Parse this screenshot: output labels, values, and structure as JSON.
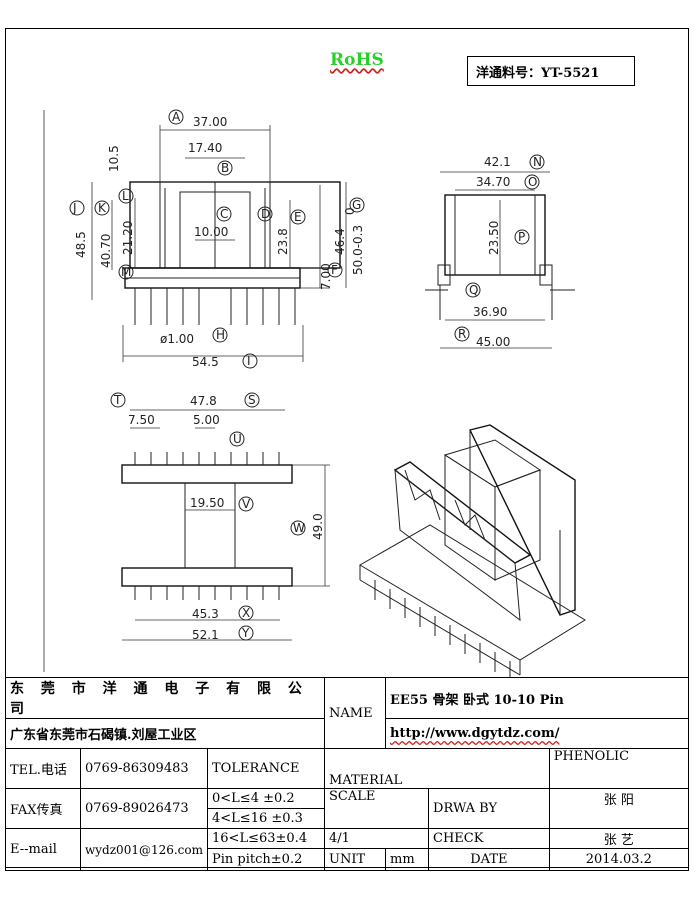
{
  "header": {
    "rohs": "RoHS",
    "part_number": "洋通料号：YT-5521"
  },
  "drawing": {
    "front_view": {
      "dim_A": "37.00",
      "dim_B": "17.40",
      "dim_C": "10.00",
      "dim_top": "10.5",
      "dim_L": "21.20",
      "dim_K": "40.70",
      "dim_J": "48.5",
      "dim_D": "23.8",
      "dim_F": "7.00",
      "dim_E": "46.4",
      "dim_G": "50.0-0.3",
      "dim_G_sup": "0",
      "dim_H": "ø1.00",
      "dim_I": "54.5",
      "markers": [
        "A",
        "B",
        "C",
        "D",
        "E",
        "F",
        "G",
        "H",
        "I",
        "J",
        "K",
        "L",
        "M"
      ]
    },
    "side_view": {
      "dim_N": "42.1",
      "dim_O": "34.70",
      "dim_P": "23.50",
      "dim_Q": "36.90",
      "dim_R": "45.00",
      "markers": [
        "N",
        "O",
        "P",
        "Q",
        "R"
      ]
    },
    "bottom_view": {
      "dim_S": "47.8",
      "dim_T": "7.50",
      "dim_U": "5.00",
      "dim_V": "19.50",
      "dim_W": "49.0",
      "dim_X": "45.3",
      "dim_Y": "52.1",
      "markers": [
        "S",
        "T",
        "U",
        "V",
        "W",
        "X",
        "Y"
      ]
    }
  },
  "title_block": {
    "company": "东 莞 市 洋 通 电 子 有 限 公 司",
    "address": "广东省东莞市石碣镇.刘屋工业区",
    "name_label": "NAME",
    "product_name": "EE55 骨架 卧式   10-10 Pin",
    "url": "http://www.dgytdz.com/",
    "tel_label": "TEL.电话",
    "tel": "0769-86309483",
    "fax_label": "FAX传真",
    "fax": "0769-89026473",
    "email_label": "E--mail",
    "email": "wydz001@126.com",
    "tolerance_label": "TOLERANCE",
    "tolerance_1": "0<L≤4   ±0.2",
    "tolerance_2": "4<L≤16  ±0.3",
    "tolerance_3": "16<L≤63±0.4",
    "pin_pitch": "Pin pitch±0.2",
    "material_label": "MATERIAL",
    "material": "PHENOLIC",
    "scale_label": "SCALE",
    "scale": "4/1",
    "drawn_label": "DRWA BY",
    "drawn_by": "张 阳",
    "check_label": "CHECK",
    "checked_by": "张 艺",
    "unit_label": "UNIT",
    "unit": "mm",
    "date_label": "DATE",
    "date": "2014.03.2"
  }
}
